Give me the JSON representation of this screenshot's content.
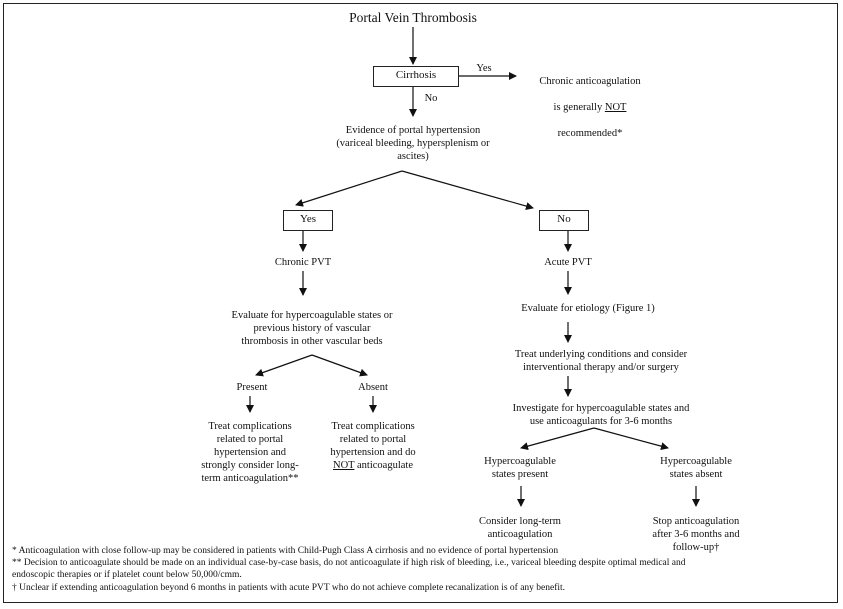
{
  "title": "Portal Vein Thrombosis",
  "cirrhosis": {
    "box": "Cirrhosis",
    "yes_label": "Yes",
    "no_label": "No",
    "yes_outcome_line1": "Chronic anticoagulation",
    "yes_outcome_pre": "is generally ",
    "yes_outcome_emph": "NOT",
    "yes_outcome_line3": "recommended*"
  },
  "portal_htn": {
    "question": "Evidence of portal hypertension\n(variceal bleeding, hypersplenism or\nascites)",
    "yes_box": "Yes",
    "no_box": "No"
  },
  "left_branch": {
    "label": "Chronic PVT",
    "evaluate": "Evaluate for hypercoagulable states or\nprevious history of vascular\nthrombosis in other vascular beds",
    "present_label": "Present",
    "absent_label": "Absent",
    "present_action": "Treat complications\nrelated to portal\nhypertension and\nstrongly consider long-\nterm anticoagulation**",
    "absent_action_pre": "Treat complications\nrelated to portal\nhypertension and do\n",
    "absent_action_emph": "NOT",
    "absent_action_post": " anticoagulate"
  },
  "right_branch": {
    "label": "Acute PVT",
    "evaluate": "Evaluate for etiology (Figure 1)",
    "treat": "Treat underlying conditions and consider\ninterventional therapy and/or surgery",
    "investigate": "Investigate for hypercoagulable states and\nuse anticoagulants for 3-6 months",
    "present_label": "Hypercoagulable\nstates present",
    "absent_label": "Hypercoagulable\nstates absent",
    "present_action": "Consider long-term\nanticoagulation",
    "absent_action": "Stop anticoagulation\nafter 3-6 months and\nfollow-up†"
  },
  "footnotes": [
    "* Anticoagulation with close follow-up may be considered in patients with Child-Pugh Class A cirrhosis and no evidence of portal hypertension",
    "** Decision to anticoagulate should be made on an individual case-by-case basis, do not anticoagulate if high risk of bleeding, i.e., variceal bleeding despite optimal medical and\n     endoscopic therapies or if platelet count below 50,000/cmm.",
    "†  Unclear if extending anticoagulation beyond 6 months in patients with acute PVT who do not achieve complete recanalization is of any benefit."
  ]
}
